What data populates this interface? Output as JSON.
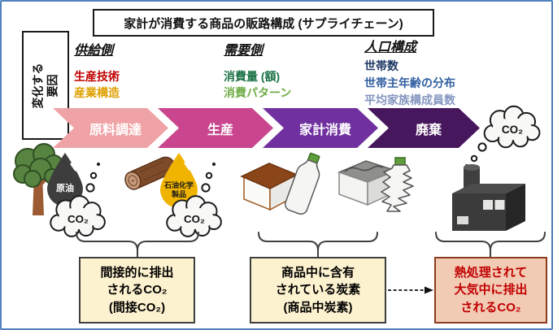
{
  "frame": {
    "border_color": "#4f81bd",
    "background": "#ffffff"
  },
  "title": {
    "text": "家計が消費する商品の販路構成 (サプライチェーン)"
  },
  "side_label": {
    "line1": "変化する",
    "line2": "要因"
  },
  "factor_groups": [
    {
      "heading": "供給側",
      "items": [
        {
          "label": "生産技術",
          "color": "#c00000"
        },
        {
          "label": "産業構造",
          "color": "#dfa000"
        }
      ]
    },
    {
      "heading": "需要側",
      "items": [
        {
          "label": "消費量 (額)",
          "color": "#1a7145"
        },
        {
          "label": "消費パターン",
          "color": "#70ad47"
        }
      ]
    },
    {
      "heading": "人口構成",
      "items": [
        {
          "label": "世帯数",
          "color": "#1f3864"
        },
        {
          "label": "世帯主年齢の分布",
          "color": "#2f5ea0"
        },
        {
          "label": "平均家族構成員数",
          "color": "#8496c0"
        }
      ]
    }
  ],
  "chain_steps": [
    {
      "label": "原料調達",
      "color": "#efa3a7"
    },
    {
      "label": "生産",
      "color": "#c9458e"
    },
    {
      "label": "家計消費",
      "color": "#7030a0"
    },
    {
      "label": "廃棄",
      "color": "#47175e"
    }
  ],
  "co2": {
    "label": "CO₂"
  },
  "item_labels": {
    "crude_oil": "原油",
    "petrochemical_line1": "石油化学",
    "petrochemical_line2": "製品"
  },
  "icons": {
    "tree": "tree-icon",
    "crude_oil_drop": "oil-drop-icon",
    "log": "wood-log-icon",
    "petrochemical_drop": "yellow-drop-icon",
    "packaged_box": "cardboard-box-icon",
    "bottle": "plastic-bottle-icon",
    "used_box": "used-box-icon",
    "crushed_bottle": "crushed-bottle-icon",
    "factory": "incinerator-factory-icon",
    "co2_cloud": "co2-cloud-icon"
  },
  "callouts": [
    {
      "lines": [
        "間接的に排出",
        "されるCO₂",
        "(間接CO₂)"
      ],
      "bg": "#fdf2cf",
      "border": "#3f3f3f",
      "text_color": "#000000"
    },
    {
      "lines": [
        "商品中に含有",
        "されている炭素",
        "(商品中炭素)"
      ],
      "bg": "#fdf2cf",
      "border": "#3f3f3f",
      "text_color": "#000000"
    },
    {
      "lines": [
        "熱処理されて",
        "大気中に排出",
        "されるCO₂"
      ],
      "bg": "#f2cbb5",
      "border": "#8c3b1e",
      "text_color": "#c00000"
    }
  ]
}
